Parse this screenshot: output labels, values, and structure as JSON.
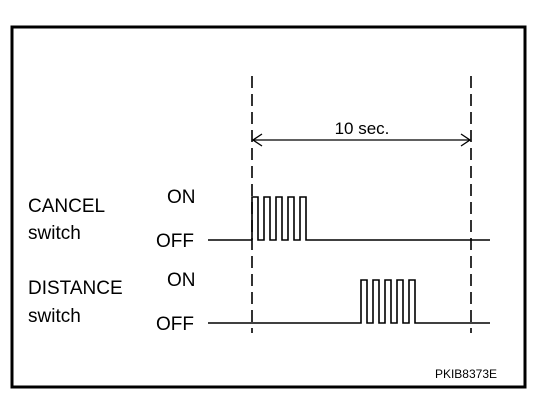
{
  "figure_code": "PKIB8373E",
  "interval_label": "10 sec.",
  "signals": [
    {
      "name_line1": "CANCEL",
      "name_line2": "switch",
      "on_label": "ON",
      "off_label": "OFF",
      "pulse_count": 5,
      "burst_window": "start"
    },
    {
      "name_line1": "DISTANCE",
      "name_line2": "switch",
      "on_label": "ON",
      "off_label": "OFF",
      "pulse_count": 5,
      "burst_window": "after-cancel"
    }
  ],
  "colors": {
    "line": "#000000",
    "background": "#ffffff"
  }
}
